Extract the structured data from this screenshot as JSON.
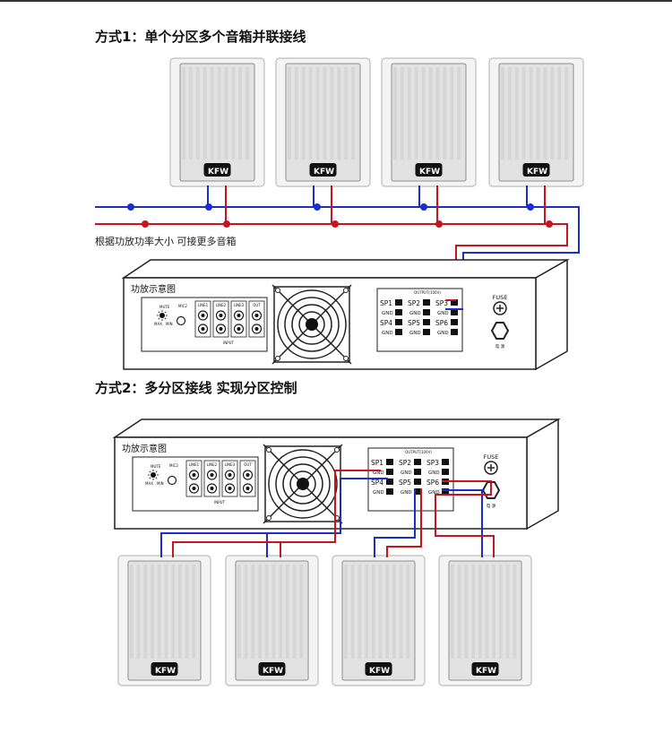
{
  "method1": {
    "title": "方式1：单个分区多个音箱并联接线",
    "note": "根据功放功率大小 可接更多音箱"
  },
  "method2": {
    "title": "方式2：多分区接线 实现分区控制"
  },
  "amplifier": {
    "label": "功放示意图",
    "mic_label": "MIC2",
    "mute_label": "MUTE",
    "max_label": "MAX",
    "min_label": "MIN",
    "line_labels": [
      "LINE1",
      "LINE2",
      "LINE3",
      "OUT"
    ],
    "input_label": "INPUT",
    "output_label": "OUTPUT(100V)",
    "fuse_label": "FUSE",
    "power_label": "电 源",
    "terminals": [
      {
        "sp": "SP1",
        "gnd": "GND"
      },
      {
        "sp": "SP2",
        "gnd": "GND"
      },
      {
        "sp": "SP3",
        "gnd": "GND"
      },
      {
        "sp": "SP4",
        "gnd": "GND"
      },
      {
        "sp": "SP5",
        "gnd": "GND"
      },
      {
        "sp": "SP6",
        "gnd": "GND"
      }
    ]
  },
  "speaker_logo": "KFW",
  "colors": {
    "positive_wire": "#c8141e",
    "ground_wire": "#1b2fc8",
    "line": "#222222"
  }
}
